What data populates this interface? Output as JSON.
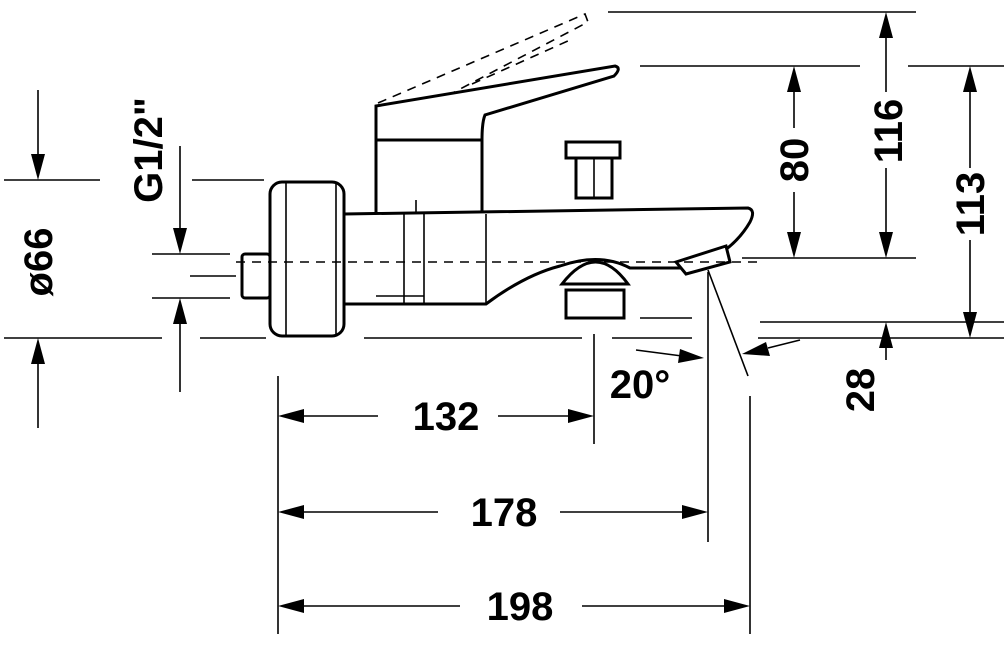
{
  "diagram": {
    "dimensions": {
      "d132": "132",
      "d178": "178",
      "d198": "198",
      "d80": "80",
      "d116": "116",
      "d113": "113",
      "d28": "28",
      "d66": "ø66",
      "thread": "G1/2\"",
      "angle": "20°"
    }
  }
}
